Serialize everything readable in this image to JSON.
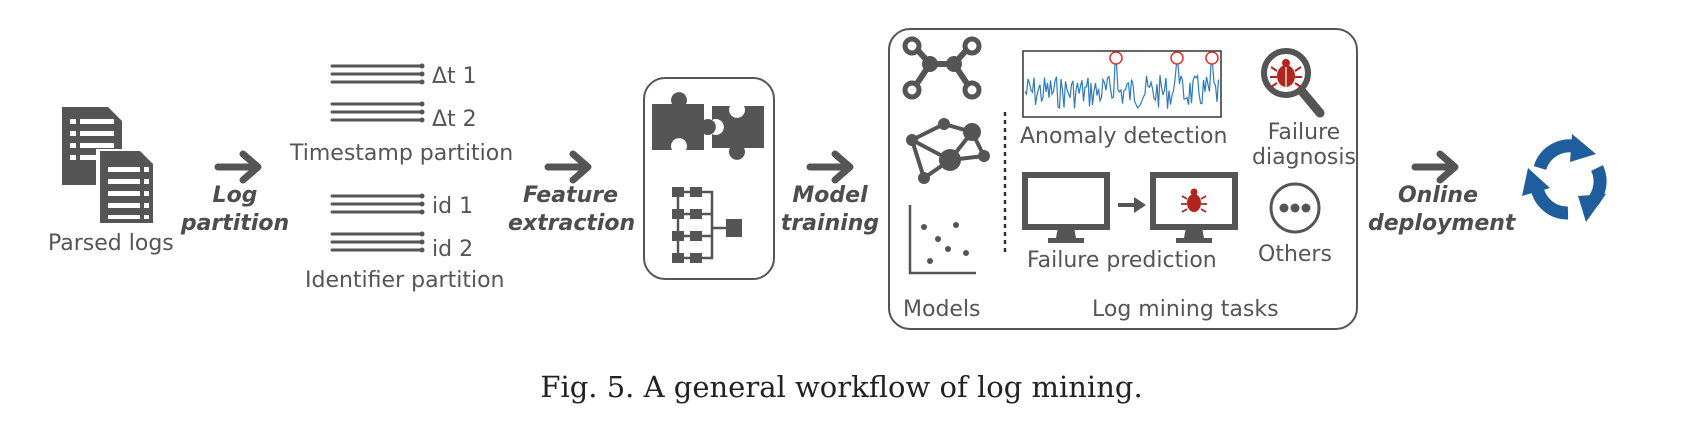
{
  "parsed_logs": {
    "label": "Parsed logs"
  },
  "log_partition": {
    "line1": "Log",
    "line2": "partition"
  },
  "timestamp": {
    "row1": "Δt 1",
    "row2": "Δt 2",
    "title": "Timestamp partition"
  },
  "identifier": {
    "row1": "id 1",
    "row2": "id 2",
    "title": "Identifier partition"
  },
  "feature_extraction": {
    "line1": "Feature",
    "line2": "extraction"
  },
  "model_training": {
    "line1": "Model",
    "line2": "training"
  },
  "models": {
    "label": "Models"
  },
  "tasks": {
    "anomaly": "Anomaly detection",
    "failure_prediction": "Failure prediction",
    "failure_diagnosis_1": "Failure",
    "failure_diagnosis_2": "diagnosis",
    "others": "Others",
    "section_title": "Log mining tasks"
  },
  "online_deployment": {
    "line1": "Online",
    "line2": "deployment"
  },
  "caption": "Fig. 5.  A general workflow of log mining.",
  "colors": {
    "icon": "#555555",
    "signal": "#2f7ab9",
    "marker": "#e0302a",
    "bug": "#b0261e",
    "deploy": "#1f5e9c"
  },
  "icons": [
    "document-stack-icon",
    "arrow-right-icon",
    "puzzle-icon",
    "tree-icon",
    "molecule-icon",
    "graph-icon",
    "scatter-icon",
    "magnifier-bug-icon",
    "monitor-icon",
    "more-icon",
    "refresh-cycle-icon"
  ]
}
